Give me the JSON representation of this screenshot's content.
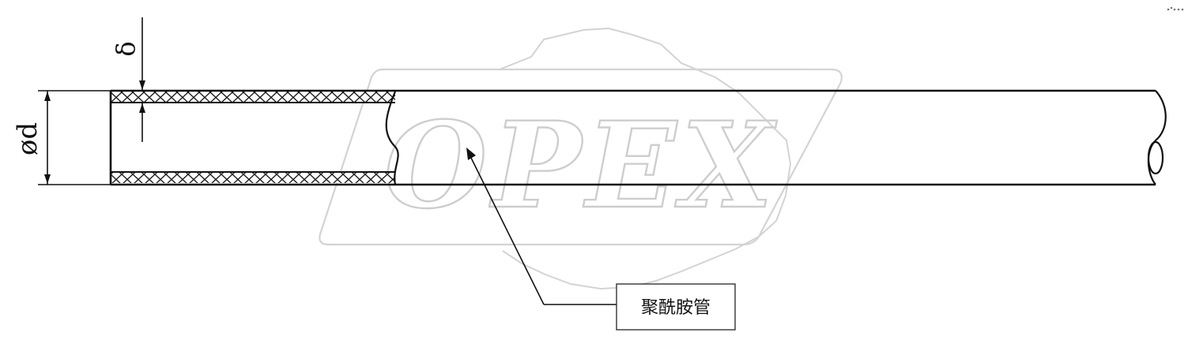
{
  "dimensions": {
    "diameter_label": "ød",
    "thickness_label": "δ"
  },
  "callout": {
    "label": "聚酰胺管"
  },
  "watermark": {
    "text": "OPEX",
    "color": "#c8c8c8"
  },
  "colors": {
    "line": "#111111",
    "background": "#ffffff"
  }
}
